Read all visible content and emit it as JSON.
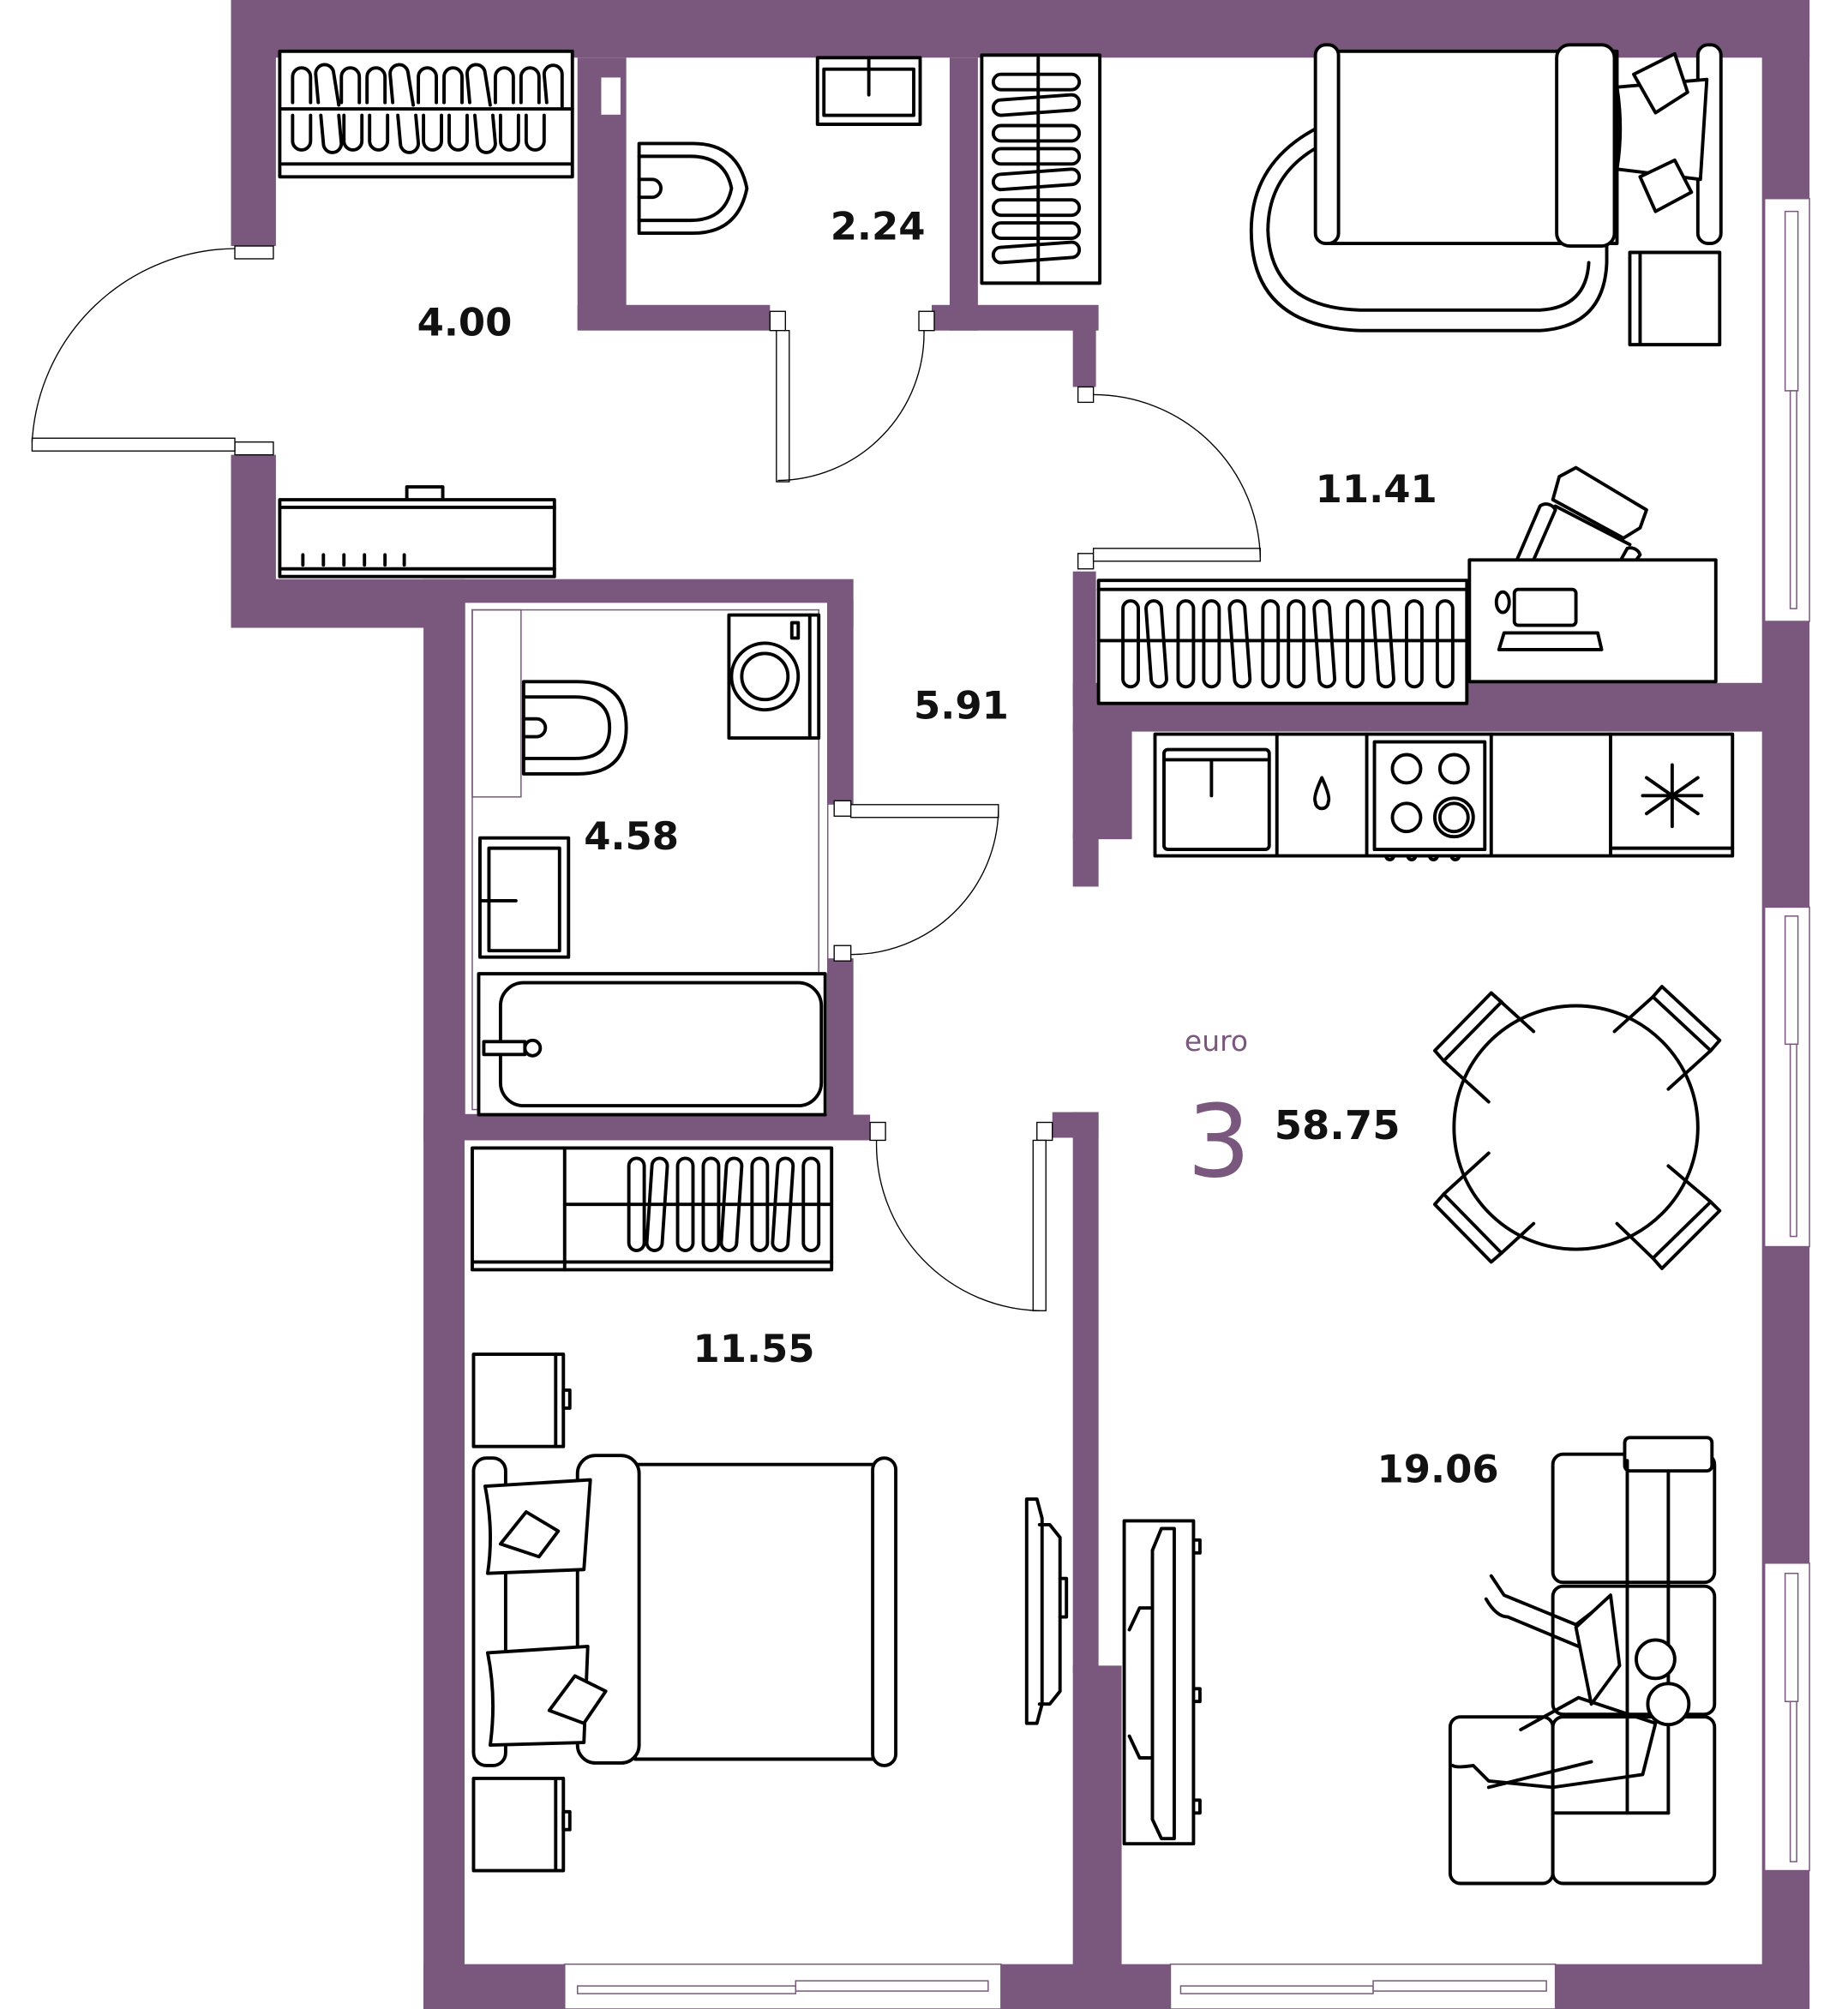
{
  "plan": {
    "type": "apartment-floor-plan",
    "layout_class": "euro",
    "rooms_count": "3",
    "total_area": "58.75",
    "colors": {
      "wall": "#7a577d",
      "line": "#000000",
      "background": "#ffffff",
      "accent_text": "#7a577d"
    }
  },
  "rooms": [
    {
      "id": "entry-hall",
      "area": "4.00"
    },
    {
      "id": "toilet",
      "area": "2.24"
    },
    {
      "id": "bedroom-north",
      "area": "11.41"
    },
    {
      "id": "corridor",
      "area": "5.91"
    },
    {
      "id": "bathroom",
      "area": "4.58"
    },
    {
      "id": "kitchen-living",
      "area": "19.06"
    },
    {
      "id": "bedroom-south",
      "area": "11.55"
    }
  ],
  "furniture_icons": [
    "wardrobe-icon",
    "shoe-cabinet-icon",
    "toilet-icon",
    "sink-icon",
    "bed-icon",
    "rug-icon",
    "nightstand-icon",
    "desk-icon",
    "office-chair-icon",
    "computer-icon",
    "washing-machine-icon",
    "bathtub-icon",
    "kitchen-sink-icon",
    "water-drop-icon",
    "stove-icon",
    "fridge-snowflake-icon",
    "dining-table-icon",
    "chair-icon",
    "sofa-icon",
    "people-icon",
    "tv-stand-icon",
    "door-swing-icon",
    "window-icon"
  ]
}
